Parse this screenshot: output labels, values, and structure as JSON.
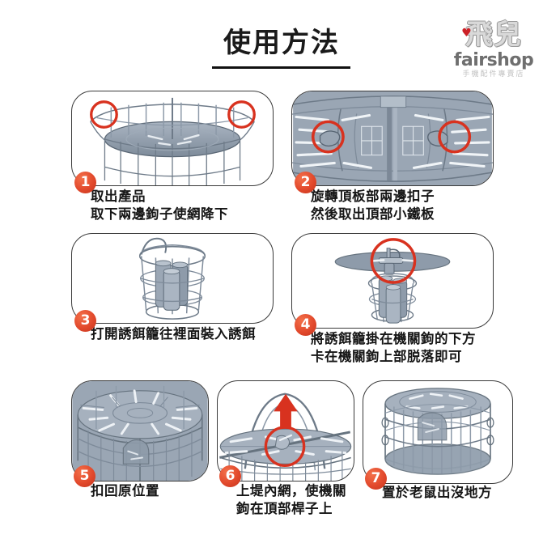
{
  "page": {
    "title": "使用方法",
    "background_color": "#ffffff"
  },
  "logo": {
    "glyph": "飛兒",
    "heart": "♥",
    "wordmark": "fairshop",
    "subtitle": "手機配件專賣店",
    "mark_color": "#d9d9d9",
    "word_color": "#6f6f6f",
    "heart_color": "#cc2127"
  },
  "colors": {
    "badge": "#e2492c",
    "annotation_circle": "#d8321f",
    "arrow": "#d8321f",
    "cage_fill": "#8c99a8",
    "cage_line": "#5a6775",
    "panel_border": "#3a3a3a",
    "text": "#161616"
  },
  "steps": [
    {
      "number": "1",
      "caption": "取出產品\n取下兩邊鉤子使網降下",
      "illustration": "cage-top-hooks"
    },
    {
      "number": "2",
      "caption": "旋轉頂板部兩邊扣子\n然後取出頂部小鐵板",
      "illustration": "cage-top-plate-latches"
    },
    {
      "number": "3",
      "caption": "打開誘餌籠往裡面裝入誘餌",
      "illustration": "bait-basket-open"
    },
    {
      "number": "4",
      "caption": "將誘餌籠掛在機關鉤的下方\n卡在機關鉤上部脱落即可",
      "illustration": "bait-basket-hanging"
    },
    {
      "number": "5",
      "caption": "扣回原位置",
      "illustration": "cage-top-closed"
    },
    {
      "number": "6",
      "caption": "上堤內網，使機關\n鉤在頂部桿子上",
      "illustration": "lift-inner-net-arrow"
    },
    {
      "number": "7",
      "caption": "置於老鼠出沒地方",
      "illustration": "cage-complete"
    }
  ]
}
